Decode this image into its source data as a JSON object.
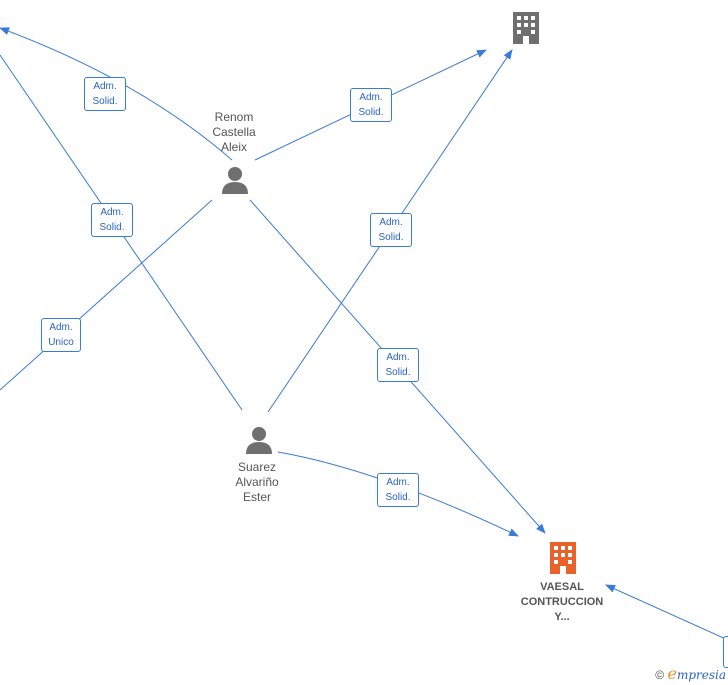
{
  "persons": {
    "renom": "Renom\nCastella\nAleix",
    "suarez": "Suarez\nAlvariño\nEster"
  },
  "companies": {
    "top": "",
    "main": "VAESAL\nCONTRUCCION\nY..."
  },
  "edges": [
    {
      "from": "renom-to-topleft",
      "label": "Adm.\nSolid."
    },
    {
      "from": "renom-to-top",
      "label": "Adm.\nSolid."
    },
    {
      "from": "topleft-to-suarez",
      "label": "Adm.\nSolid."
    },
    {
      "from": "suarez-to-top",
      "label": "Adm.\nSolid."
    },
    {
      "from": "renom-to-left",
      "label": "Adm.\nUnico"
    },
    {
      "from": "renom-to-main",
      "label": "Adm.\nSolid."
    },
    {
      "from": "suarez-to-main",
      "label": "Adm.\nSolid."
    }
  ],
  "colors": {
    "edge": "#3a7bd5",
    "person_icon": "#6f6f6f",
    "company_icon": "#6f6f6f",
    "company_highlight": "#e8622b"
  },
  "footer": {
    "copyright": "©",
    "brand_first": "e",
    "brand_rest": "mpresia"
  }
}
